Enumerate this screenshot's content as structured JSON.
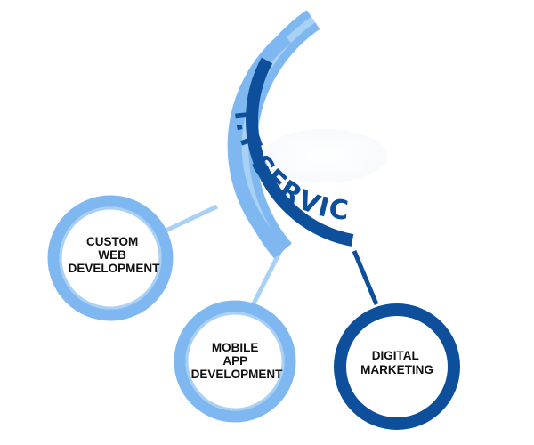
{
  "hub": {
    "title": "I.T SERVICES"
  },
  "services": [
    {
      "id": "custom-web",
      "lines": [
        "CUSTOM",
        "WEB",
        "DEVELOPMENT"
      ]
    },
    {
      "id": "mobile-app",
      "lines": [
        "MOBILE",
        "APP",
        "DEVELOPMENT"
      ]
    },
    {
      "id": "digital-marketing",
      "lines": [
        "DIGITAL",
        "MARKETING"
      ]
    }
  ],
  "colors": {
    "light_blue": "#7fb8f0",
    "light_blue_inner": "#a9d0f5",
    "dark_blue": "#0e4f9c",
    "text": "#111111"
  }
}
